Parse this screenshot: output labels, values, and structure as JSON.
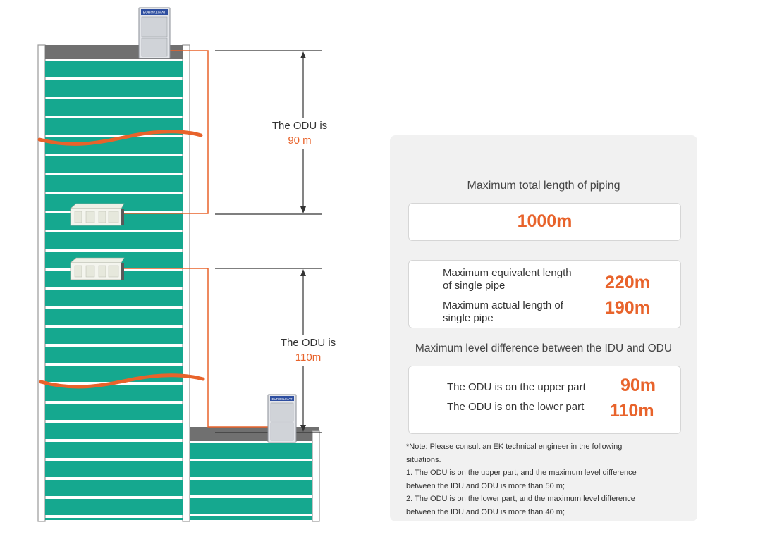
{
  "upper_section": {
    "label": "The ODU is",
    "value": "90 m"
  },
  "lower_section": {
    "label": "The ODU is",
    "value": "110m"
  },
  "odu_brand": "EUROKLIMAT",
  "panel": {
    "total_heading": "Maximum total length of piping",
    "total_value": "1000m",
    "single_pipe": [
      {
        "label_line1": "Maximum equivalent length",
        "label_line2": "of single pipe",
        "value": "220m"
      },
      {
        "label_line1": "Maximum actual length of",
        "label_line2": "single pipe",
        "value": "190m"
      }
    ],
    "level_heading": "Maximum level difference between the IDU and ODU",
    "level_items": [
      {
        "label": "The ODU is on the upper part",
        "value": "90m"
      },
      {
        "label": "The ODU is on the lower part",
        "value": "110m"
      }
    ],
    "note": {
      "intro_line1": "*Note: Please consult an EK technical engineer in the following",
      "intro_line2": "situations.",
      "item1_line1": "1. The ODU is on the upper part, and the maximum level difference",
      "item1_line2": "between the IDU and ODU is more than 50 m;",
      "item2_line1": "2. The ODU is on the lower part, and the maximum level difference",
      "item2_line2": "between the IDU and ODU is more than 40 m;"
    }
  },
  "colors": {
    "accent": "#e8632b",
    "floor": "#15a88f",
    "roof": "#707070",
    "panel_bg": "#f1f1f1"
  }
}
